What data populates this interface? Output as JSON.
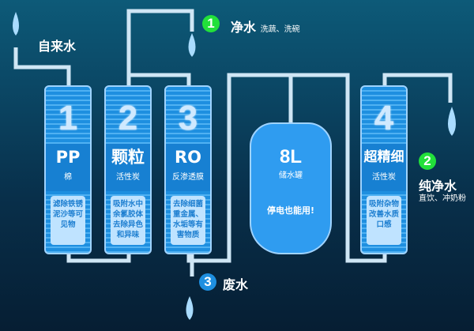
{
  "inlet": {
    "label": "自来水"
  },
  "outputs": [
    {
      "number": "1",
      "title": "净水",
      "subtitle": "洗蔬、洗碗",
      "color": "#22e03a"
    },
    {
      "number": "2",
      "title": "纯净水",
      "subtitle": "直饮、冲奶粉",
      "color": "#22e03a"
    },
    {
      "number": "3",
      "title": "废水",
      "subtitle": "",
      "color": "#1e8fe0"
    }
  ],
  "filters": [
    {
      "number": "1",
      "name": "PP",
      "sub": "棉",
      "desc": "滤除铁锈泥沙等可见物"
    },
    {
      "number": "2",
      "name": "颗粒",
      "sub": "活性炭",
      "desc": "吸附水中余氯胶体去除异色和异味"
    },
    {
      "number": "3",
      "name": "RO",
      "sub": "反渗透膜",
      "desc": "去除细菌重金属、水垢等有害物质"
    },
    {
      "number": "4",
      "name": "超精细",
      "sub": "活性炭",
      "desc": "吸附杂物改善水质口感"
    }
  ],
  "tank": {
    "capacity": "8L",
    "label": "储水罐",
    "note": "停电也能用!"
  },
  "colors": {
    "pipe": "#cfe6f5",
    "filter": "#1e8fe0",
    "badge_green": "#22e03a",
    "badge_blue": "#1e8fe0"
  }
}
